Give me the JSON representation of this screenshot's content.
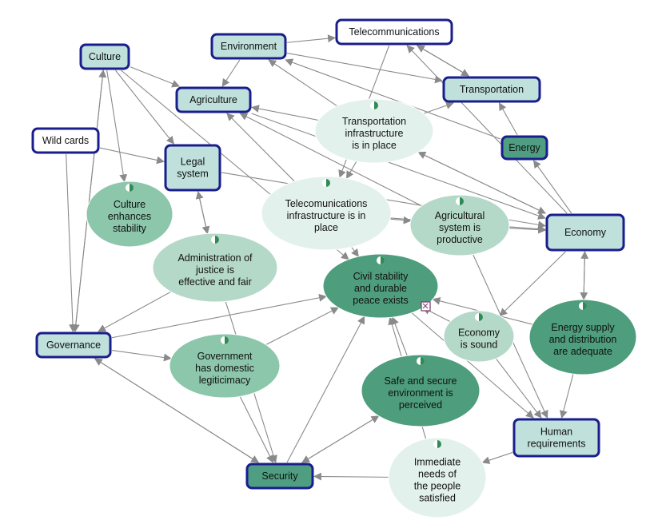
{
  "colors": {
    "rect_border": "#1a1e8c",
    "rect_fill_light": "#bfe0db",
    "rect_fill_white": "#ffffff",
    "rect_fill_dark": "#4f9e82",
    "ellipse_pale": "#e3f1ec",
    "ellipse_light": "#b5d9c8",
    "ellipse_mid": "#8cc6ab",
    "ellipse_dark": "#4e9d7c",
    "edge": "#8a8a8a"
  },
  "nodes": [
    {
      "id": "culture",
      "kind": "rect",
      "tone": "light",
      "lines": [
        "Culture"
      ]
    },
    {
      "id": "environment",
      "kind": "rect",
      "tone": "light",
      "lines": [
        "Environment"
      ]
    },
    {
      "id": "telecommunications",
      "kind": "rect",
      "tone": "white",
      "lines": [
        "Telecommunications"
      ]
    },
    {
      "id": "transportation",
      "kind": "rect",
      "tone": "light",
      "lines": [
        "Transportation"
      ]
    },
    {
      "id": "agriculture",
      "kind": "rect",
      "tone": "light",
      "lines": [
        "Agriculture"
      ]
    },
    {
      "id": "energy",
      "kind": "rect",
      "tone": "dark",
      "lines": [
        "Energy"
      ]
    },
    {
      "id": "wild-cards",
      "kind": "rect",
      "tone": "white",
      "lines": [
        "Wild cards"
      ]
    },
    {
      "id": "legal-system",
      "kind": "rect",
      "tone": "light",
      "lines": [
        "Legal",
        "system"
      ]
    },
    {
      "id": "economy",
      "kind": "rect",
      "tone": "light",
      "lines": [
        "Economy"
      ]
    },
    {
      "id": "governance",
      "kind": "rect",
      "tone": "light",
      "lines": [
        "Governance"
      ]
    },
    {
      "id": "security",
      "kind": "rect",
      "tone": "dark",
      "lines": [
        "Security"
      ]
    },
    {
      "id": "human-requirements",
      "kind": "rect",
      "tone": "light",
      "lines": [
        "Human",
        "requirements"
      ]
    },
    {
      "id": "transportation-infrastructure",
      "kind": "ellipse",
      "tone": "pale",
      "lines": [
        "Transportation",
        "infrastructure",
        "is in place"
      ]
    },
    {
      "id": "telecommunications-infrastructure",
      "kind": "ellipse",
      "tone": "pale",
      "lines": [
        "Telecomunications",
        "infrastructure is in",
        "place"
      ]
    },
    {
      "id": "culture-enhances-stability",
      "kind": "ellipse",
      "tone": "mid",
      "lines": [
        "Culture",
        "enhances",
        "stability"
      ]
    },
    {
      "id": "agricultural-system-productive",
      "kind": "ellipse",
      "tone": "light",
      "lines": [
        "Agricultural",
        "system is",
        "productive"
      ]
    },
    {
      "id": "administration-of-justice",
      "kind": "ellipse",
      "tone": "light",
      "lines": [
        "Administration of",
        "justice is",
        "effective and fair"
      ]
    },
    {
      "id": "civil-stability",
      "kind": "ellipse",
      "tone": "dark",
      "lines": [
        "Civil stability",
        "and durable",
        "peace exists"
      ]
    },
    {
      "id": "economy-is-sound",
      "kind": "ellipse",
      "tone": "light",
      "lines": [
        "Economy",
        "is sound"
      ]
    },
    {
      "id": "energy-supply",
      "kind": "ellipse",
      "tone": "dark",
      "lines": [
        "Energy supply",
        "and distribution",
        "are adequate"
      ]
    },
    {
      "id": "government-legitimacy",
      "kind": "ellipse",
      "tone": "mid",
      "lines": [
        "Government",
        "has domestic",
        "legiticimacy"
      ]
    },
    {
      "id": "safe-secure-environment",
      "kind": "ellipse",
      "tone": "dark",
      "lines": [
        "Safe and secure",
        "environment is",
        "perceived"
      ]
    },
    {
      "id": "immediate-needs",
      "kind": "ellipse",
      "tone": "pale",
      "lines": [
        "Immediate",
        "needs of",
        "the people",
        "satisfied"
      ]
    }
  ],
  "edges": [
    [
      "environment",
      "telecommunications"
    ],
    [
      "environment",
      "agriculture"
    ],
    [
      "environment",
      "transportation"
    ],
    [
      "telecommunications",
      "transportation"
    ],
    [
      "transportation",
      "telecommunications"
    ],
    [
      "transportation-infrastructure",
      "transportation"
    ],
    [
      "transportation-infrastructure",
      "environment"
    ],
    [
      "transportation-infrastructure",
      "agriculture"
    ],
    [
      "transportation-infrastructure",
      "telecommunications-infrastructure"
    ],
    [
      "transportation-infrastructure",
      "economy"
    ],
    [
      "telecommunications",
      "telecommunications-infrastructure"
    ],
    [
      "culture",
      "agriculture"
    ],
    [
      "culture",
      "legal-system"
    ],
    [
      "culture",
      "culture-enhances-stability"
    ],
    [
      "culture",
      "governance"
    ],
    [
      "governance",
      "culture"
    ],
    [
      "wild-cards",
      "legal-system"
    ],
    [
      "wild-cards",
      "governance"
    ],
    [
      "legal-system",
      "administration-of-justice"
    ],
    [
      "administration-of-justice",
      "legal-system"
    ],
    [
      "telecommunications-infrastructure",
      "agriculture"
    ],
    [
      "telecommunications-infrastructure",
      "economy"
    ],
    [
      "telecommunications-infrastructure",
      "agricultural-system-productive"
    ],
    [
      "telecommunications-infrastructure",
      "civil-stability"
    ],
    [
      "agricultural-system-productive",
      "economy"
    ],
    [
      "agricultural-system-productive",
      "agriculture"
    ],
    [
      "economy",
      "energy"
    ],
    [
      "energy",
      "transportation"
    ],
    [
      "energy",
      "environment"
    ],
    [
      "economy",
      "telecommunications"
    ],
    [
      "economy",
      "transportation-infrastructure"
    ],
    [
      "energy-supply",
      "economy"
    ],
    [
      "economy",
      "energy-supply"
    ],
    [
      "economy",
      "economy-is-sound"
    ],
    [
      "economy-is-sound",
      "civil-stability"
    ],
    [
      "energy-supply",
      "civil-stability"
    ],
    [
      "administration-of-justice",
      "governance"
    ],
    [
      "administration-of-justice",
      "security"
    ],
    [
      "governance",
      "government-legitimacy"
    ],
    [
      "government-legitimacy",
      "civil-stability"
    ],
    [
      "government-legitimacy",
      "security"
    ],
    [
      "governance",
      "civil-stability"
    ],
    [
      "security",
      "governance"
    ],
    [
      "governance",
      "security"
    ],
    [
      "security",
      "civil-stability"
    ],
    [
      "security",
      "safe-secure-environment"
    ],
    [
      "safe-secure-environment",
      "security"
    ],
    [
      "safe-secure-environment",
      "civil-stability"
    ],
    [
      "immediate-needs",
      "civil-stability"
    ],
    [
      "immediate-needs",
      "security"
    ],
    [
      "human-requirements",
      "immediate-needs"
    ],
    [
      "civil-stability",
      "human-requirements"
    ],
    [
      "economy-is-sound",
      "human-requirements"
    ],
    [
      "agricultural-system-productive",
      "human-requirements"
    ],
    [
      "energy-supply",
      "human-requirements"
    ],
    [
      "legal-system",
      "economy"
    ],
    [
      "culture",
      "civil-stability"
    ],
    [
      "agriculture",
      "economy"
    ]
  ]
}
